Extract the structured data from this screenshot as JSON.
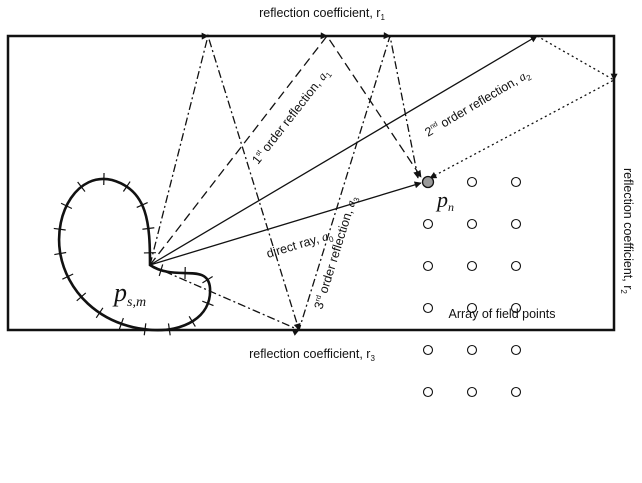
{
  "labels": {
    "top_edge": "reflection coefficient, r",
    "top_edge_sub": "1",
    "right_edge": "reflection coefficient, r",
    "right_edge_sub": "2",
    "bottom_edge": "reflection coefficient, r",
    "bottom_edge_sub": "3",
    "source_point": "p",
    "source_point_sub": "s,m",
    "field_point": "p",
    "field_point_sub": "n",
    "direct_ray": "direct ray, ",
    "direct_ray_coef": "a",
    "direct_ray_coef_sub": "0",
    "first_order": "order reflection, ",
    "first_order_ord": "1",
    "first_order_sup": "st",
    "first_order_coef": "a",
    "first_order_coef_sub": "1",
    "second_order": "order reflection, ",
    "second_order_ord": "2",
    "second_order_sup": "nd",
    "second_order_coef": "a",
    "second_order_coef_sub": "2",
    "third_order": "order reflection, ",
    "third_order_ord": "3",
    "third_order_sup": "rd",
    "third_order_coef": "a",
    "third_order_coef_sub": "3",
    "array_caption": "Array of field points"
  },
  "field_grid": {
    "rows": 6,
    "cols": 3
  }
}
